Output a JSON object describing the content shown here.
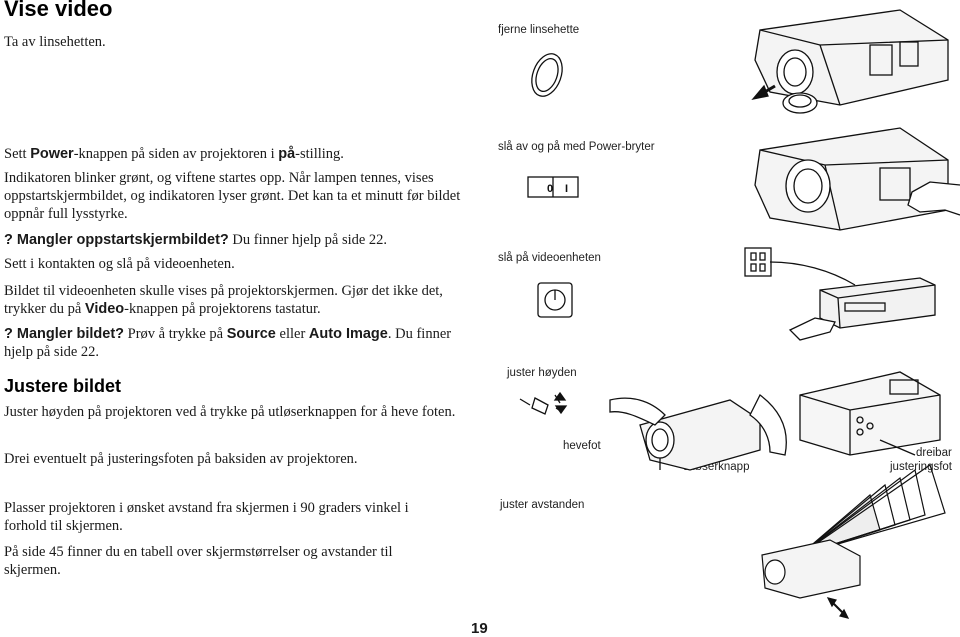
{
  "page": {
    "title": "Vise video",
    "subtitle": "Ta av linsehetten.",
    "page_number": "19"
  },
  "left": {
    "p1_pre": "Sett ",
    "p1_b1": "Power",
    "p1_mid": "-knappen på siden av projektoren i ",
    "p1_b2": "på",
    "p1_post": "-stilling.",
    "p2": "Indikatoren blinker grønt, og viftene startes opp. Når lampen tennes, vises oppstartskjermbildet, og indikatoren lyser grønt. Det kan ta et minutt før bildet oppnår full lysstyrke.",
    "p3_b": "? Mangler oppstartskjermbildet?",
    "p3_rest": " Du finner hjelp på side 22.",
    "p4": "Sett i kontakten og slå på videoenheten.",
    "p5_pre": "Bildet til videoenheten skulle vises på projektorskjermen. Gjør det ikke det, trykker du på ",
    "p5_b": "Video",
    "p5_post": "-knappen på projektorens tastatur.",
    "p6_b1": "? Mangler bildet?",
    "p6_mid1": " Prøv å trykke på ",
    "p6_b2": "Source",
    "p6_mid2": " eller ",
    "p6_b3": "Auto Image",
    "p6_post": ". Du finner hjelp på side 22.",
    "h2": "Justere bildet",
    "p7": "Juster høyden på projektoren ved å trykke på utløserknappen for å heve foten.",
    "p8": "Drei eventuelt på justeringsfoten på baksiden av projektoren.",
    "p9": "Plasser projektoren i ønsket avstand fra skjermen i 90 graders vinkel i forhold til skjermen.",
    "p10": "På side 45 finner du en tabell over skjermstørrelser og avstander til skjermen."
  },
  "captions": {
    "remove_cap": "fjerne linsehette",
    "power_switch": "slå av og på med Power-bryter",
    "switch_off": "0",
    "switch_on": "I",
    "video_on": "slå på videoenheten",
    "adjust_height": "juster høyden",
    "foot": "hevefot",
    "release": "utløserknapp",
    "turn": "dreibar",
    "adj_foot": "justeringsfot",
    "distance": "juster avstanden"
  }
}
